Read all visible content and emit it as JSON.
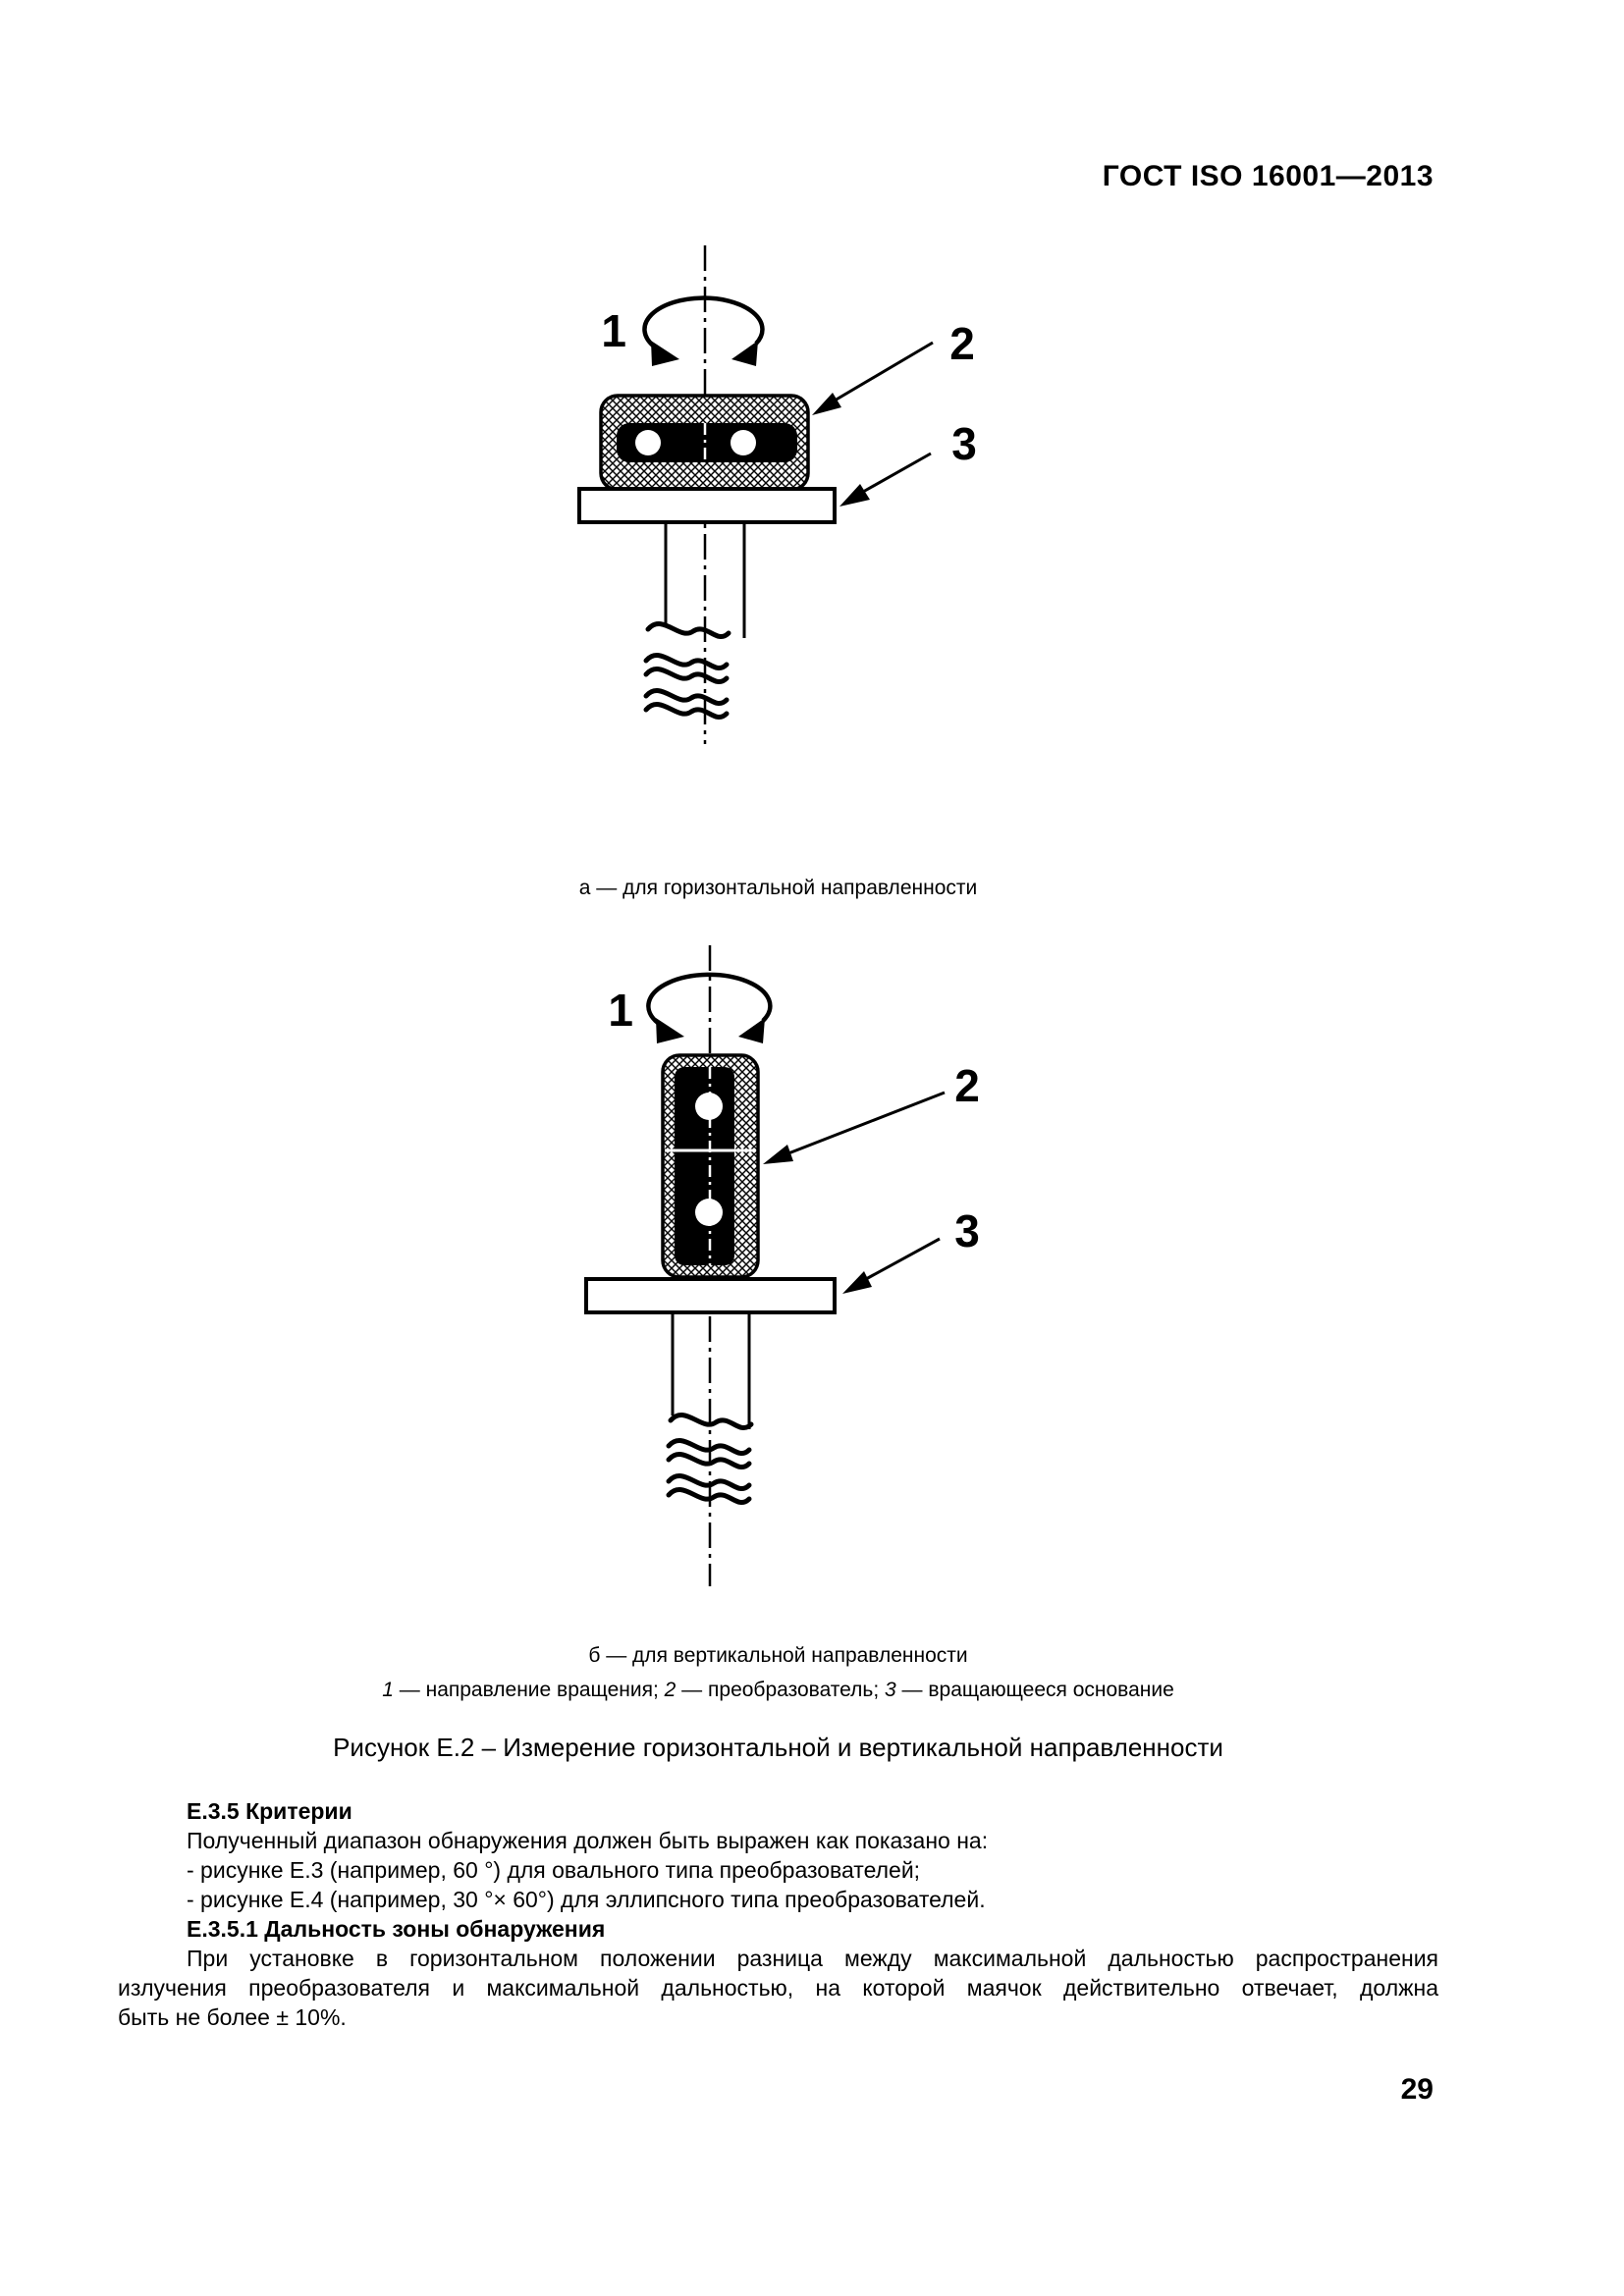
{
  "header": {
    "title": "ГОСТ ISO 16001—2013"
  },
  "figure_a": {
    "caption": "а — для горизонтальной направленности",
    "label_1": "1",
    "label_2": "2",
    "label_3": "3"
  },
  "figure_b": {
    "caption": "б — для вертикальной направленности",
    "label_1": "1",
    "label_2": "2",
    "label_3": "3"
  },
  "legend": {
    "item1_num": "1",
    "item1_text": " — направление вращения; ",
    "item2_num": "2",
    "item2_text": " — преобразователь; ",
    "item3_num": "3",
    "item3_text": " — вращающееся основание"
  },
  "figure_title": "Рисунок Е.2 – Измерение горизонтальной и вертикальной направленности",
  "sections": {
    "e35_heading": "Е.3.5 Критерии",
    "e35_intro": "Полученный диапазон обнаружения должен быть выражен как показано на:",
    "e35_item1": "- рисунке Е.3 (например, 60 °) для овального типа преобразователей;",
    "e35_item2": "- рисунке Е.4 (например, 30 °× 60°) для эллипсного типа преобразователей.",
    "e351_heading": "Е.3.5.1 Дальность зоны обнаружения",
    "e351_line1": "При установке в горизонтальном положении разница между максимальной дальностью распространения",
    "e351_line2": "излучения преобразователя и максимальной дальностью, на которой маячок действительно отвечает, должна",
    "e351_line3": "быть не более ± 10%."
  },
  "footer": {
    "page_number": "29"
  },
  "colors": {
    "ink": "#000000",
    "paper": "#ffffff"
  }
}
